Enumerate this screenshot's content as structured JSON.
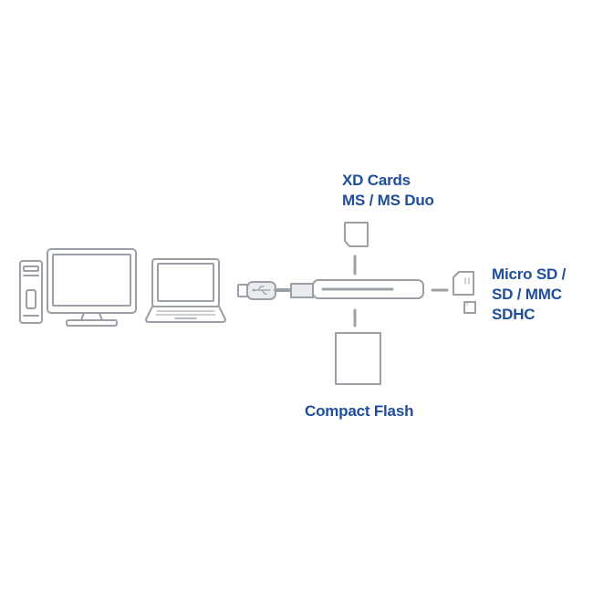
{
  "colors": {
    "label_text": "#1f4e9c",
    "line": "#9aa0a6",
    "device_fill": "#ffffff",
    "connector_fill": "#e9ebee"
  },
  "labels": {
    "top": [
      "XD Cards",
      "MS / MS Duo"
    ],
    "right": [
      "Micro SD /",
      "SD / MMC",
      "SDHC"
    ],
    "bottom": [
      "Compact Flash"
    ]
  },
  "icons": {
    "pc_tower": "pc-tower-icon",
    "monitor": "desktop-monitor-icon",
    "laptop": "laptop-icon",
    "usb_plug": "usb-plug-icon",
    "card_reader": "card-reader-icon",
    "xd_card": "xd-ms-card-icon",
    "sd_card": "sd-card-icon",
    "micro_sd_card": "micro-sd-card-icon",
    "cf_card": "compact-flash-card-icon"
  }
}
